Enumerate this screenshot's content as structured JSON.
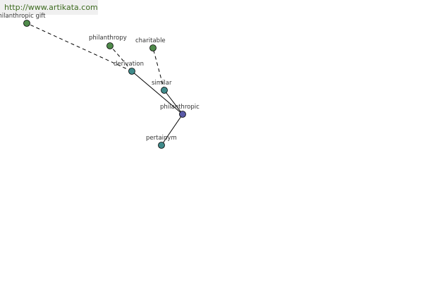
{
  "source_url": "http://www.artikata.com",
  "colors": {
    "center": "#5a5aa8",
    "relation": "#3f8a8a",
    "leaf": "#4f8a4a",
    "edge": "#000000"
  },
  "nodes": [
    {
      "id": "philanthropic",
      "label": "philanthropic",
      "kind": "center"
    },
    {
      "id": "derivation",
      "label": "derivation",
      "kind": "relation"
    },
    {
      "id": "similar",
      "label": "similar",
      "kind": "relation"
    },
    {
      "id": "pertainym",
      "label": "pertainym",
      "kind": "relation"
    },
    {
      "id": "philanthropy",
      "label": "philanthropy",
      "kind": "leaf"
    },
    {
      "id": "philanthropic_gift",
      "label": "philanthropic gift",
      "kind": "leaf"
    },
    {
      "id": "charitable",
      "label": "charitable",
      "kind": "leaf"
    }
  ],
  "edges": [
    {
      "from": "philanthropic",
      "to": "derivation",
      "style": "solid"
    },
    {
      "from": "philanthropic",
      "to": "similar",
      "style": "solid"
    },
    {
      "from": "philanthropic",
      "to": "pertainym",
      "style": "solid"
    },
    {
      "from": "derivation",
      "to": "philanthropy",
      "style": "dashed"
    },
    {
      "from": "derivation",
      "to": "philanthropic_gift",
      "style": "dashed"
    },
    {
      "from": "similar",
      "to": "charitable",
      "style": "dashed"
    }
  ]
}
